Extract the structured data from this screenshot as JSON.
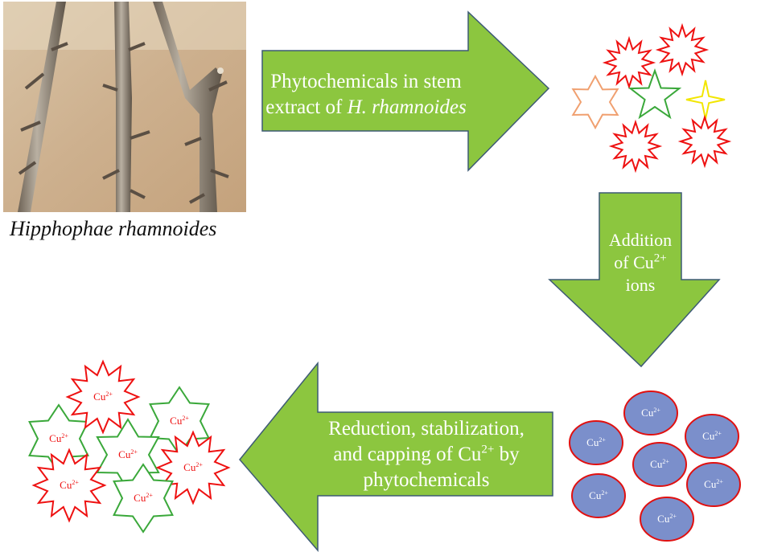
{
  "caption": "Hipphophae rhamnoides",
  "arrow1": {
    "line1": "Phytochemicals in stem",
    "line2_prefix": "extract of ",
    "line2_italic": "H. rhamnoides"
  },
  "arrow2": {
    "line1": "Addition",
    "line2_prefix": "of Cu",
    "line2_sup": "2+",
    "line3": "ions"
  },
  "arrow3": {
    "line1": "Reduction, stabilization,",
    "line2_prefix": "and capping of Cu",
    "line2_sup": "2+",
    "line2_suffix": " by",
    "line3": "phytochemicals"
  },
  "ion_label": "Cu",
  "ion_charge": "2+",
  "colors": {
    "arrow": "#8cc63f",
    "arrow_stroke": "#3d5a75",
    "ion_fill": "#7b8fcb",
    "ion_stroke": "#e01010",
    "red": "#ee1111",
    "green": "#3aa83a",
    "orange": "#f0a070",
    "yellow": "#f2e600"
  }
}
